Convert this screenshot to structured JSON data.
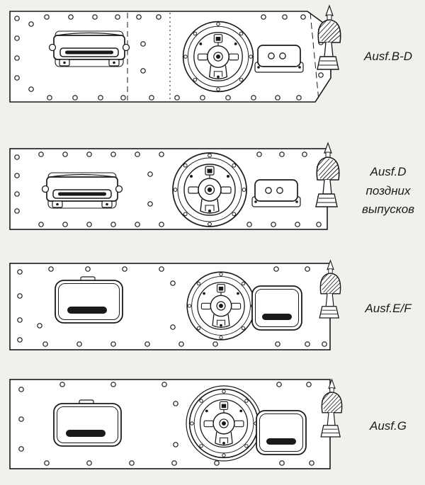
{
  "page": {
    "colors": {
      "paper": "#f2f0ec",
      "ink": "#1a1a1a",
      "plate": "#ffffff"
    }
  },
  "figures": [
    {
      "drawing": "hull-front-plate-ausf-b-d",
      "label_lines": [
        "Ausf.B-D"
      ]
    },
    {
      "drawing": "hull-front-plate-ausf-d-late",
      "label_lines": [
        "Ausf.D",
        "поздних",
        "выпусков"
      ]
    },
    {
      "drawing": "hull-front-plate-ausf-e-f",
      "label_lines": [
        "Ausf.E/F"
      ]
    },
    {
      "drawing": "hull-front-plate-ausf-g",
      "label_lines": [
        "Ausf.G"
      ]
    }
  ]
}
